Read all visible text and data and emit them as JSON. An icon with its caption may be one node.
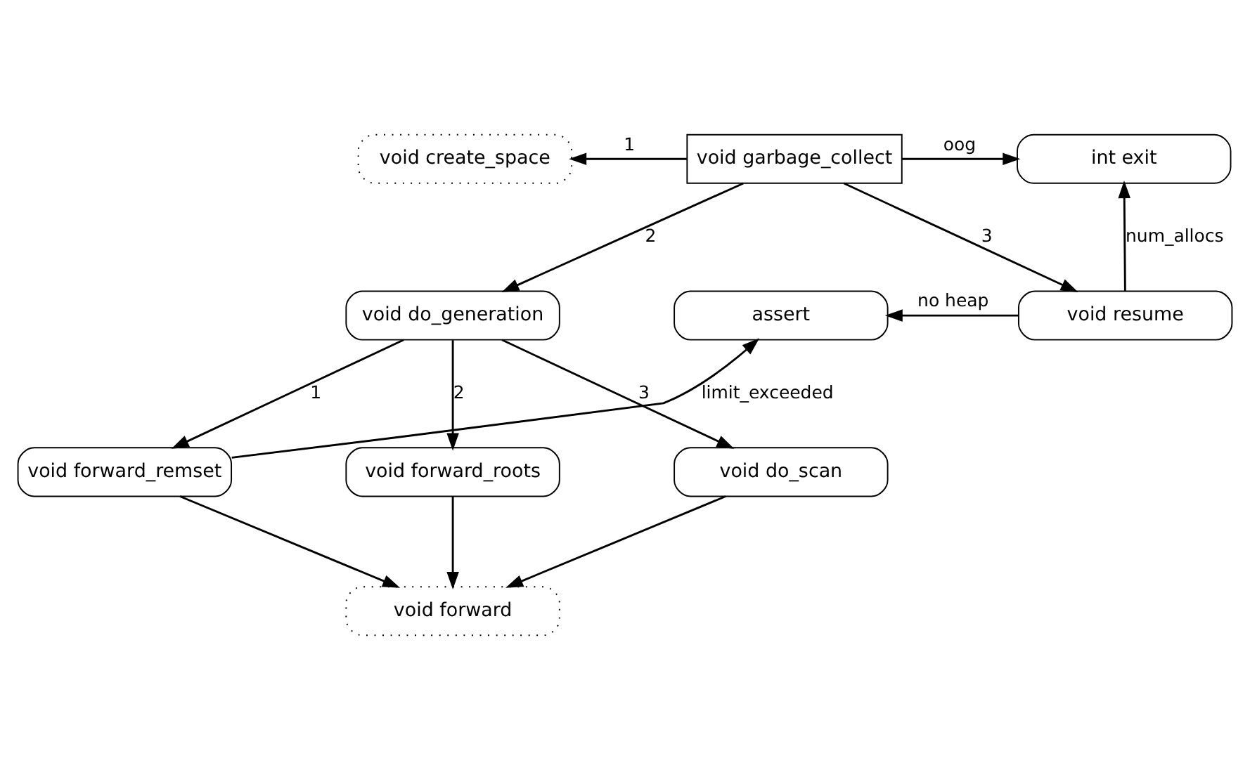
{
  "diagram": {
    "nodes": [
      {
        "text": [
          "void garbage_collect"
        ]
      },
      {
        "text": [
          "void create_space"
        ]
      },
      {
        "text": [
          "int exit"
        ]
      },
      {
        "text": [
          "void do_generation"
        ]
      },
      {
        "text": [
          "assert"
        ]
      },
      {
        "text": [
          "void resume"
        ]
      },
      {
        "text": [
          "void forward_remset"
        ]
      },
      {
        "text": [
          "void forward_roots"
        ]
      },
      {
        "text": [
          "void do_scan"
        ]
      },
      {
        "text": [
          "void forward"
        ]
      }
    ],
    "edges": [
      {
        "from": 0,
        "to": 1,
        "arrow": "to",
        "label": "1"
      },
      {
        "from": 0,
        "to": 2,
        "arrow": "to",
        "label": "oog"
      },
      {
        "from": 0,
        "to": 3,
        "arrow": "to",
        "label": "2"
      },
      {
        "from": 0,
        "to": 5,
        "arrow": "to",
        "label": "3"
      },
      {
        "from": 5,
        "to": 2,
        "arrow": "to",
        "label": "num_allocs"
      },
      {
        "from": 5,
        "to": 4,
        "arrow": "to",
        "label": "no heap"
      },
      {
        "from": 3,
        "to": 6,
        "arrow": "to",
        "label": "1"
      },
      {
        "from": 3,
        "to": 7,
        "arrow": "to",
        "label": "2"
      },
      {
        "from": 3,
        "to": 8,
        "arrow": "to",
        "label": "3"
      },
      {
        "from": 6,
        "to": 4,
        "arrow": "to",
        "label": "limit_exceeded"
      },
      {
        "from": 6,
        "to": 9,
        "arrow": "to"
      },
      {
        "from": 7,
        "to": 9,
        "arrow": "to"
      },
      {
        "from": 8,
        "to": 9,
        "arrow": "to"
      }
    ]
  }
}
